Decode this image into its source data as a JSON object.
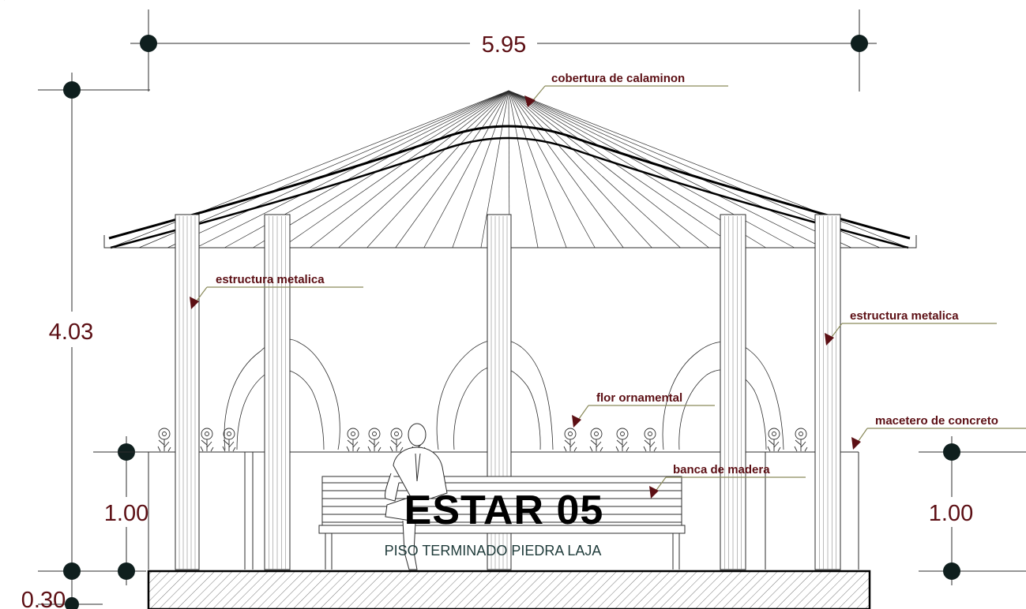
{
  "dimensions": {
    "width_total": "5.95",
    "height_total": "4.03",
    "planter_left": "1.00",
    "planter_right": "1.00",
    "base_height": "0.30"
  },
  "annotations": {
    "roof": "cobertura de calaminon",
    "structure_left": "estructura metalica",
    "structure_right": "estructura metalica",
    "flower": "flor ornamental",
    "planter": "macetero de concreto",
    "bench": "banca de madera"
  },
  "title": "ESTAR 05",
  "subtitle": "PISO TERMINADO PIEDRA LAJA",
  "colors": {
    "dimension_text": "#5c0f14",
    "annotation_arrow": "#5c0f14",
    "leader_line": "#8a8a5a",
    "line": "#2d2d2d",
    "title": "#000000"
  }
}
